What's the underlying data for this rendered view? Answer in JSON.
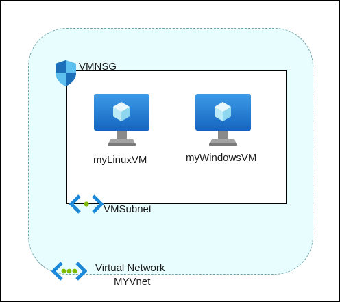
{
  "diagram": {
    "vnet": {
      "title": "Virtual Network",
      "name": "MYVnet"
    },
    "subnet": {
      "name": "VMSubnet"
    },
    "nsg": {
      "name": "VMNSG"
    },
    "vms": [
      {
        "name": "myLinuxVM",
        "icon": "virtual-machine-icon"
      },
      {
        "name": "myWindowsVM",
        "icon": "virtual-machine-icon"
      }
    ],
    "colors": {
      "vnet_fill": "#e8fdfe",
      "vnet_border": "#6fa3a8",
      "azure_blue": "#0078d4",
      "connector_green": "#7fba00"
    }
  }
}
